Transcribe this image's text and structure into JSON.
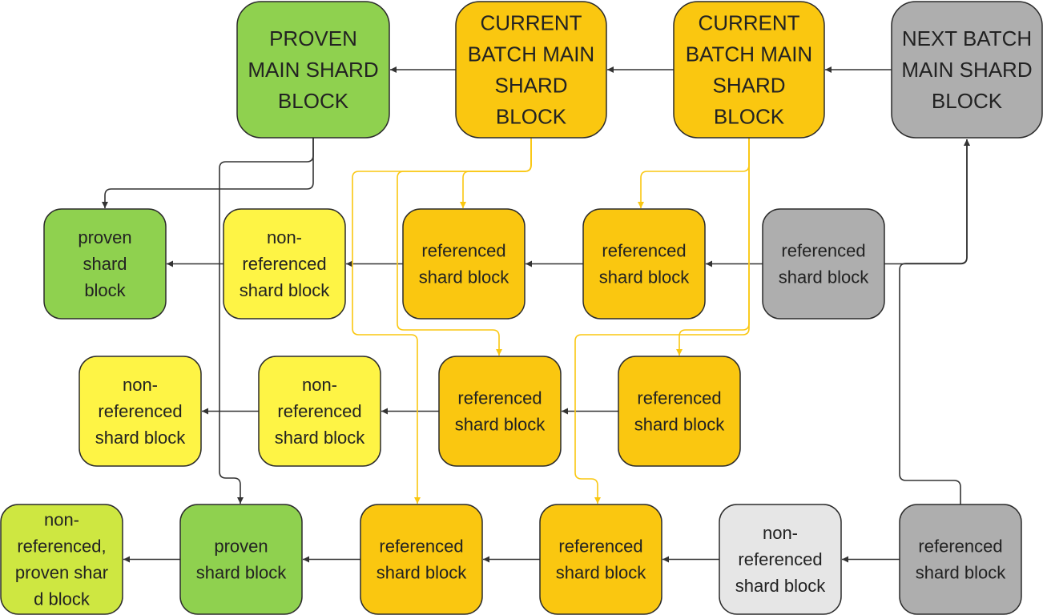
{
  "colors": {
    "proven": "#8fd14f",
    "current": "#fac710",
    "next": "#aeaeae",
    "non_referenced": "#fef445",
    "light_grey": "#e6e6e6",
    "lime": "#cee741",
    "edge_dark": "#333333",
    "edge_yellow": "#fac710"
  },
  "nodes": [
    {
      "id": "proven-main",
      "lines": [
        "PROVEN",
        "MAIN SHARD",
        "BLOCK"
      ],
      "color": "proven"
    },
    {
      "id": "current-main-1",
      "lines": [
        "CURRENT",
        "BATCH MAIN",
        "SHARD",
        "BLOCK"
      ],
      "color": "current"
    },
    {
      "id": "current-main-2",
      "lines": [
        "CURRENT",
        "BATCH MAIN",
        "SHARD",
        "BLOCK"
      ],
      "color": "current"
    },
    {
      "id": "next-main",
      "lines": [
        "NEXT BATCH",
        "MAIN SHARD",
        "BLOCK"
      ],
      "color": "next"
    },
    {
      "id": "r1-proven",
      "lines": [
        "proven",
        "shard",
        "block"
      ],
      "color": "proven"
    },
    {
      "id": "r1-nonref",
      "lines": [
        "non-",
        "referenced",
        "shard block"
      ],
      "color": "non_referenced"
    },
    {
      "id": "r1-ref-a",
      "lines": [
        "referenced",
        "shard block"
      ],
      "color": "current"
    },
    {
      "id": "r1-ref-b",
      "lines": [
        "referenced",
        "shard block"
      ],
      "color": "current"
    },
    {
      "id": "r1-ref-grey",
      "lines": [
        "referenced",
        "shard block"
      ],
      "color": "next"
    },
    {
      "id": "r2-nonref-a",
      "lines": [
        "non-",
        "referenced",
        "shard block"
      ],
      "color": "non_referenced"
    },
    {
      "id": "r2-nonref-b",
      "lines": [
        "non-",
        "referenced",
        "shard block"
      ],
      "color": "non_referenced"
    },
    {
      "id": "r2-ref-a",
      "lines": [
        "referenced",
        "shard block"
      ],
      "color": "current"
    },
    {
      "id": "r2-ref-b",
      "lines": [
        "referenced",
        "shard block"
      ],
      "color": "current"
    },
    {
      "id": "r3-nonref-proven",
      "lines": [
        "non-",
        "referenced,",
        "proven shar",
        "d block"
      ],
      "color": "lime"
    },
    {
      "id": "r3-proven",
      "lines": [
        "proven",
        "shard block"
      ],
      "color": "proven"
    },
    {
      "id": "r3-ref-a",
      "lines": [
        "referenced",
        "shard block"
      ],
      "color": "current"
    },
    {
      "id": "r3-ref-b",
      "lines": [
        "referenced",
        "shard block"
      ],
      "color": "current"
    },
    {
      "id": "r3-nonref-grey",
      "lines": [
        "non-",
        "referenced",
        "shard block"
      ],
      "color": "light_grey"
    },
    {
      "id": "r3-ref-grey",
      "lines": [
        "referenced",
        "shard block"
      ],
      "color": "next"
    }
  ],
  "edges": [
    {
      "from": "current-main-1",
      "to": "proven-main",
      "style": "dark"
    },
    {
      "from": "current-main-2",
      "to": "current-main-1",
      "style": "dark"
    },
    {
      "from": "next-main",
      "to": "current-main-2",
      "style": "dark"
    },
    {
      "from": "r1-nonref",
      "to": "r1-proven",
      "style": "dark"
    },
    {
      "from": "r1-ref-a",
      "to": "r1-nonref",
      "style": "dark"
    },
    {
      "from": "r1-ref-b",
      "to": "r1-ref-a",
      "style": "dark"
    },
    {
      "from": "r1-ref-grey",
      "to": "r1-ref-b",
      "style": "dark"
    },
    {
      "from": "r2-nonref-b",
      "to": "r2-nonref-a",
      "style": "dark"
    },
    {
      "from": "r2-ref-a",
      "to": "r2-nonref-b",
      "style": "dark"
    },
    {
      "from": "r2-ref-b",
      "to": "r2-ref-a",
      "style": "dark"
    },
    {
      "from": "r3-proven",
      "to": "r3-nonref-proven",
      "style": "dark"
    },
    {
      "from": "r3-ref-a",
      "to": "r3-proven",
      "style": "dark"
    },
    {
      "from": "r3-ref-b",
      "to": "r3-ref-a",
      "style": "dark"
    },
    {
      "from": "r3-nonref-grey",
      "to": "r3-ref-b",
      "style": "dark"
    },
    {
      "from": "r3-ref-grey",
      "to": "r3-nonref-grey",
      "style": "dark"
    },
    {
      "from": "proven-main",
      "to": "r1-proven",
      "style": "dark"
    },
    {
      "from": "proven-main",
      "to": "r3-proven",
      "style": "dark"
    },
    {
      "from": "r1-ref-grey",
      "to": "next-main",
      "style": "dark"
    },
    {
      "from": "r3-ref-grey",
      "to": "next-main",
      "style": "dark"
    },
    {
      "from": "current-main-1",
      "to": "r1-ref-a",
      "style": "yellow"
    },
    {
      "from": "current-main-1",
      "to": "r2-ref-a",
      "style": "yellow"
    },
    {
      "from": "current-main-1",
      "to": "r3-ref-a",
      "style": "yellow"
    },
    {
      "from": "current-main-2",
      "to": "r1-ref-b",
      "style": "yellow"
    },
    {
      "from": "current-main-2",
      "to": "r2-ref-b",
      "style": "yellow"
    },
    {
      "from": "current-main-2",
      "to": "r3-ref-b",
      "style": "yellow"
    }
  ]
}
